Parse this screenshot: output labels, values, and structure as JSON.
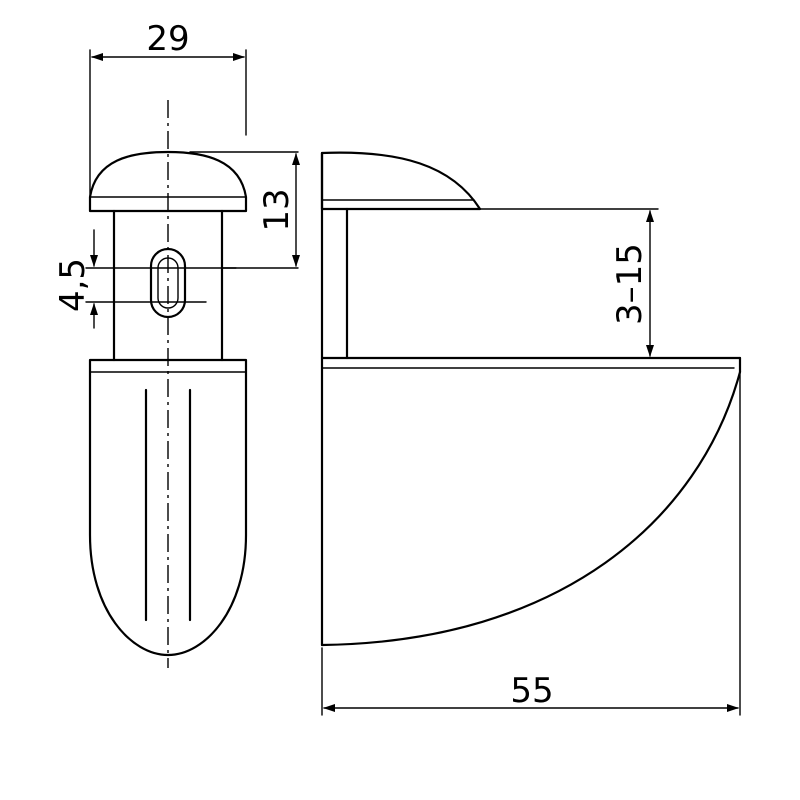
{
  "drawing": {
    "dimensions": {
      "width_top": "29",
      "cap_height": "13",
      "slot_width": "4,5",
      "gap_range": "3–15",
      "depth_bottom": "55"
    }
  }
}
